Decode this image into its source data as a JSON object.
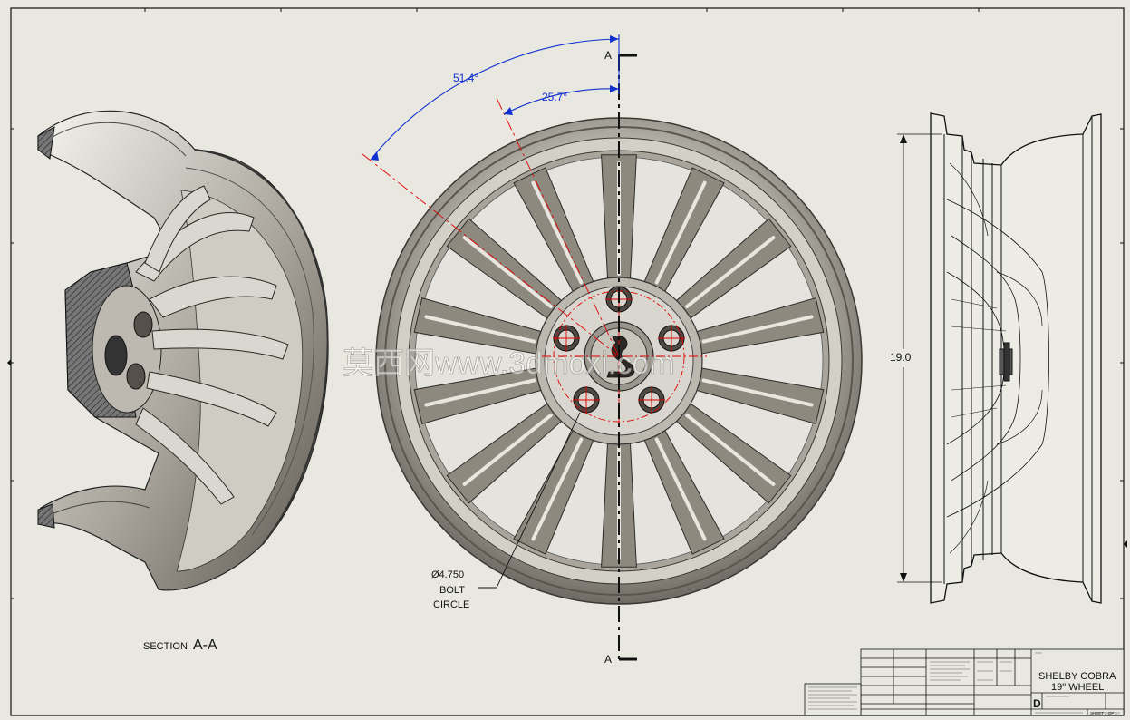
{
  "drawing": {
    "section_label_prefix": "SECTION",
    "section_label_name": "A-A",
    "cut_label_top": "A",
    "cut_label_bottom": "A",
    "angle_outer": "51.4°",
    "angle_inner": "25.7°",
    "bolt_circle_dia": "Ø4.750",
    "bolt_circle_line1": "BOLT",
    "bolt_circle_line2": "CIRCLE",
    "diameter_dim": "19.0"
  },
  "title_block": {
    "title_line1": "SHELBY COBRA",
    "title_line2": "19\" WHEEL",
    "size": "D",
    "sheet_label": "SHEET 1 OF 1"
  },
  "watermark": "莫西网www.3dmoxi.com",
  "colors": {
    "paper": "#e9e8e0",
    "line": "#111111",
    "centerline": "#e00000",
    "dimension": "#1030d0",
    "metal_light": "#d8d6cf",
    "metal_dark": "#6e6a63"
  }
}
